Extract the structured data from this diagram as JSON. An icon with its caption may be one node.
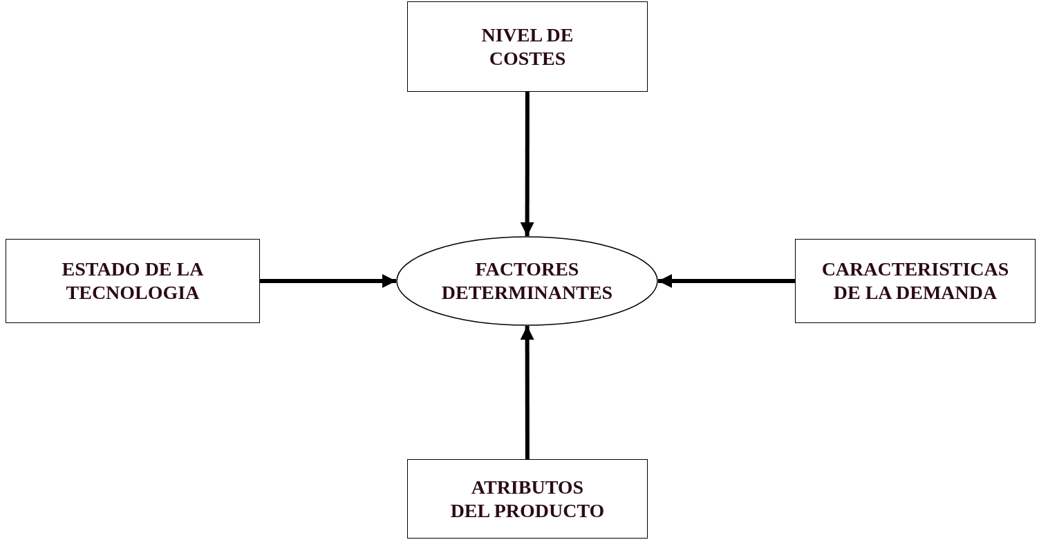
{
  "diagram": {
    "nodes": [
      {
        "text": [
          "NIVEL DE COSTES"
        ]
      },
      {
        "text": [
          "ESTADO DE LA TECNOLOGIA"
        ]
      },
      {
        "text": [
          "FACTORES DETERMINANTES"
        ]
      },
      {
        "text": [
          "CARACTERISTICAS DE LA DEMANDA"
        ]
      },
      {
        "text": [
          "ATRIBUTOS DEL PRODUCTO"
        ]
      }
    ],
    "edges": [
      {
        "from": 0,
        "to": 2,
        "arrow": "to"
      },
      {
        "from": 1,
        "to": 2,
        "arrow": "to"
      },
      {
        "from": 3,
        "to": 2,
        "arrow": "to"
      },
      {
        "from": 4,
        "to": 2,
        "arrow": "to"
      }
    ]
  }
}
